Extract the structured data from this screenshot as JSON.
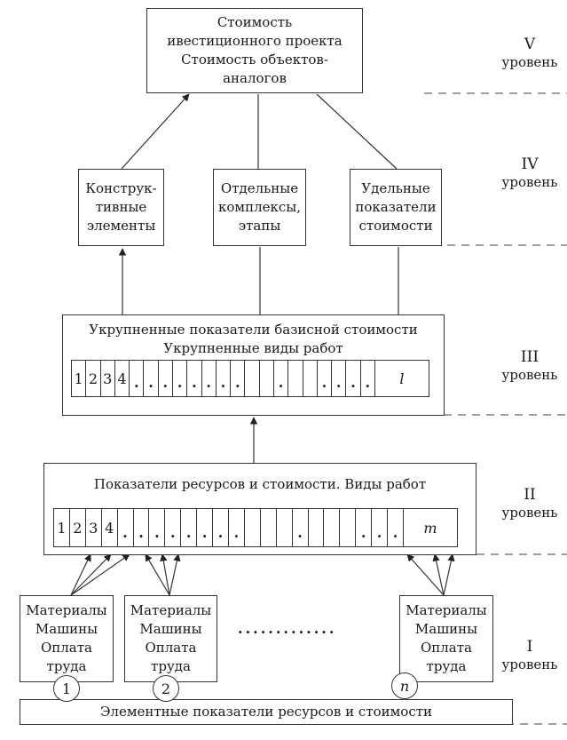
{
  "level_labels": [
    {
      "numeral": "V",
      "word": "уровень"
    },
    {
      "numeral": "IV",
      "word": "уровень"
    },
    {
      "numeral": "III",
      "word": "уровень"
    },
    {
      "numeral": "II",
      "word": "уровень"
    },
    {
      "numeral": "I",
      "word": "уровень"
    }
  ],
  "level5": {
    "lines": [
      "Стоимость",
      "ивестиционного проекта",
      "Стоимость объектов-",
      "аналогов"
    ]
  },
  "level4": {
    "boxes": [
      {
        "lines": [
          "Конструк-",
          "тивные",
          "элементы"
        ]
      },
      {
        "lines": [
          "Отдельные",
          "комплексы,",
          "этапы"
        ]
      },
      {
        "lines": [
          "Удельные",
          "показатели",
          "стоимости"
        ]
      }
    ]
  },
  "level3": {
    "title_lines": [
      "Укрупненные показатели базисной стоимости",
      "Укрупненные виды работ"
    ],
    "cells": [
      "1",
      "2",
      "3",
      "4",
      ".",
      ".",
      ".",
      ".",
      ".",
      ".",
      ".",
      ".",
      "",
      "",
      ".",
      "",
      "",
      ".",
      ".",
      ".",
      ".",
      "l"
    ]
  },
  "level2": {
    "title": "Показатели ресурсов и стоимости. Виды работ",
    "cells": [
      "1",
      "2",
      "3",
      "4",
      ".",
      ".",
      ".",
      ".",
      ".",
      ".",
      ".",
      ".",
      "",
      "",
      "",
      ".",
      "",
      "",
      "",
      ".",
      ".",
      ".",
      "m"
    ]
  },
  "level1": {
    "resource_boxes": [
      {
        "lines": [
          "Материалы",
          "Машины",
          "Оплата",
          "труда"
        ],
        "marker": "1"
      },
      {
        "lines": [
          "Материалы",
          "Машины",
          "Оплата",
          "труда"
        ],
        "marker": "2"
      },
      {
        "lines": [
          "Материалы",
          "Машины",
          "Оплата",
          "труда"
        ],
        "marker": "n"
      }
    ],
    "ellipsis": ".............",
    "base_label": "Элементные показатели ресурсов и стоимости"
  }
}
